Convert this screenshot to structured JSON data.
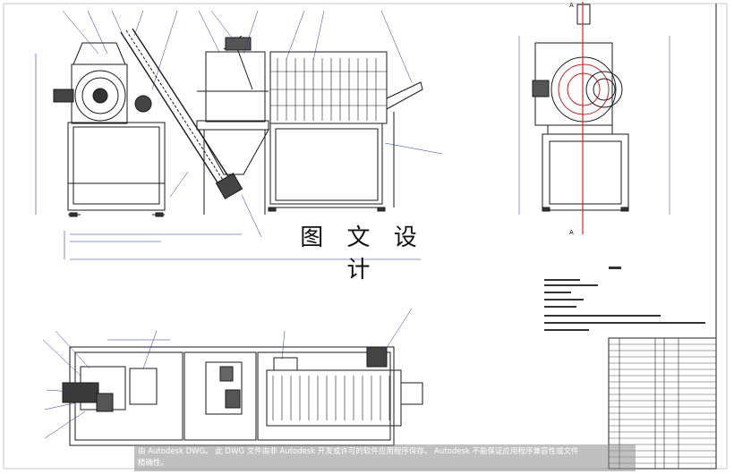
{
  "watermark": "图 文 设 计",
  "section_marker_top": "A",
  "section_marker_bottom": "A",
  "autocad_notice": {
    "line1": "由 Autodesk DWG。 此 DWG 文件由非 Autodesk 开发或许可的软件应用程序保存。 Autodesk 不能保证应用程序兼容性或文件",
    "line2": "精确性。"
  },
  "colors": {
    "line": "#1a1a1a",
    "dim": "#2233aa",
    "centerline": "#e02020",
    "motor": "#333333",
    "panel": "#ffffff"
  }
}
